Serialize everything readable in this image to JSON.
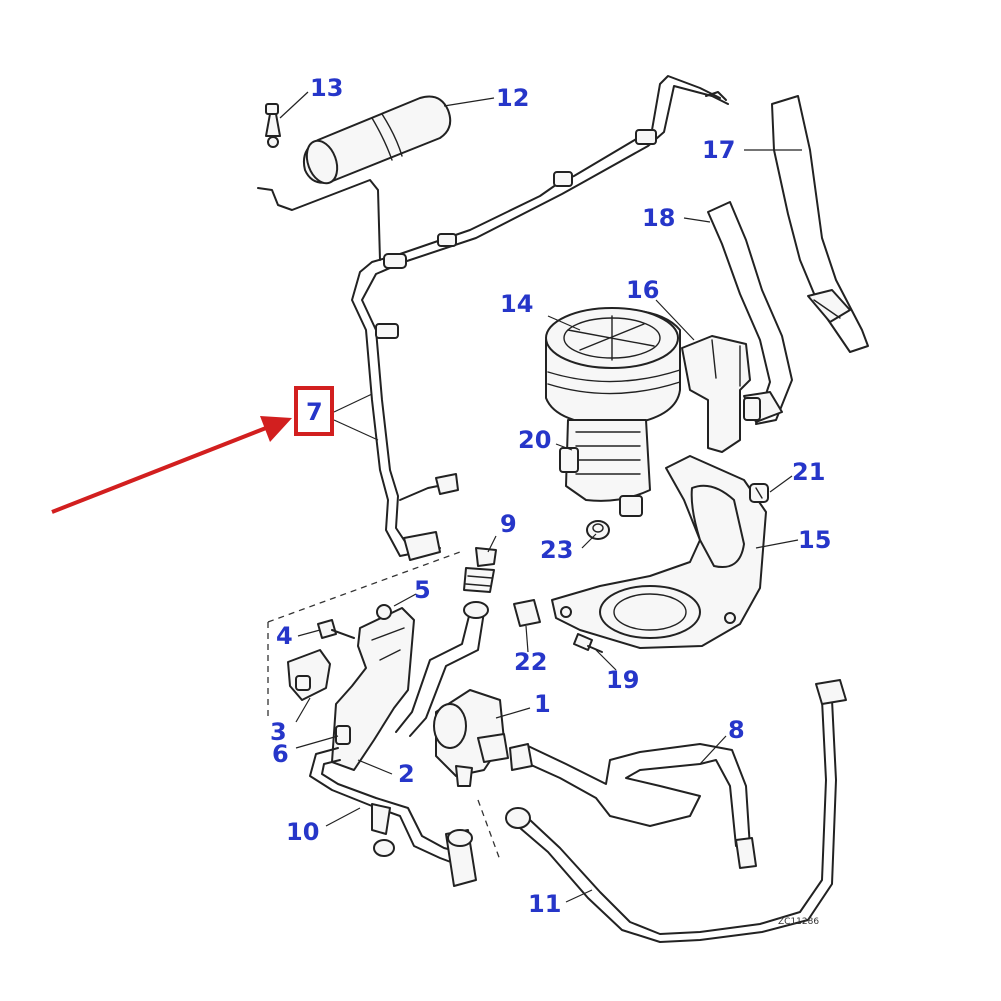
{
  "diagram": {
    "callouts": [
      {
        "id": "c1",
        "label": "1"
      },
      {
        "id": "c2",
        "label": "2"
      },
      {
        "id": "c3",
        "label": "3"
      },
      {
        "id": "c4",
        "label": "4"
      },
      {
        "id": "c5",
        "label": "5"
      },
      {
        "id": "c6",
        "label": "6"
      },
      {
        "id": "c7",
        "label": "7"
      },
      {
        "id": "c8",
        "label": "8"
      },
      {
        "id": "c9",
        "label": "9"
      },
      {
        "id": "c10",
        "label": "10"
      },
      {
        "id": "c11",
        "label": "11"
      },
      {
        "id": "c12",
        "label": "12"
      },
      {
        "id": "c13",
        "label": "13"
      },
      {
        "id": "c14",
        "label": "14"
      },
      {
        "id": "c15",
        "label": "15"
      },
      {
        "id": "c16",
        "label": "16"
      },
      {
        "id": "c17",
        "label": "17"
      },
      {
        "id": "c18",
        "label": "18"
      },
      {
        "id": "c19",
        "label": "19"
      },
      {
        "id": "c20",
        "label": "20"
      },
      {
        "id": "c21",
        "label": "21"
      },
      {
        "id": "c22",
        "label": "22"
      },
      {
        "id": "c23",
        "label": "23"
      }
    ],
    "highlight": {
      "callout": "7",
      "color": "#d21f1f"
    },
    "reference_code": "ZC11286",
    "colors": {
      "callout_text": "#2636c9",
      "linework": "#222222",
      "arrow": "#d21f1f"
    }
  }
}
